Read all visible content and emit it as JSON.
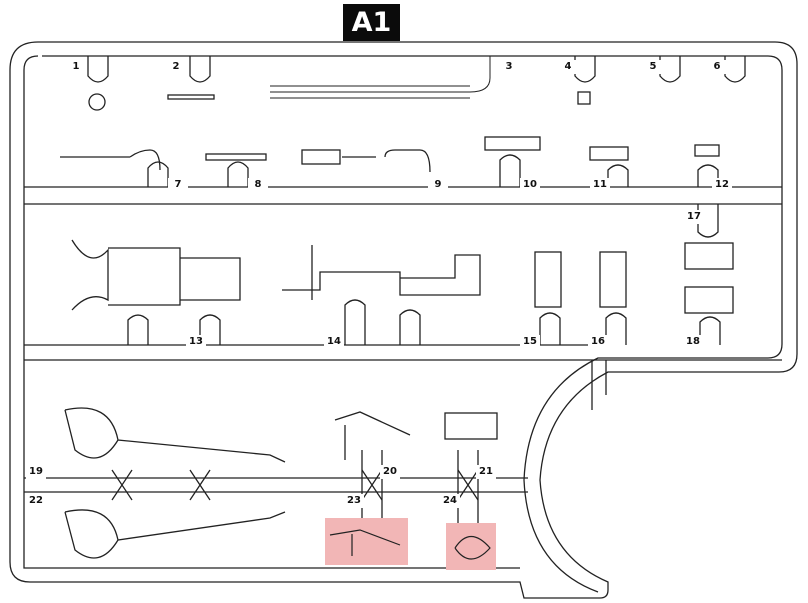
{
  "sheet_label": "A1",
  "part_numbers": [
    "1",
    "2",
    "3",
    "4",
    "5",
    "6",
    "7",
    "8",
    "9",
    "10",
    "11",
    "12",
    "13",
    "14",
    "15",
    "16",
    "17",
    "18",
    "19",
    "20",
    "21",
    "22",
    "23",
    "24"
  ],
  "highlight_color": "#f2b6b6",
  "highlighted_parts": [
    "23",
    "24"
  ]
}
